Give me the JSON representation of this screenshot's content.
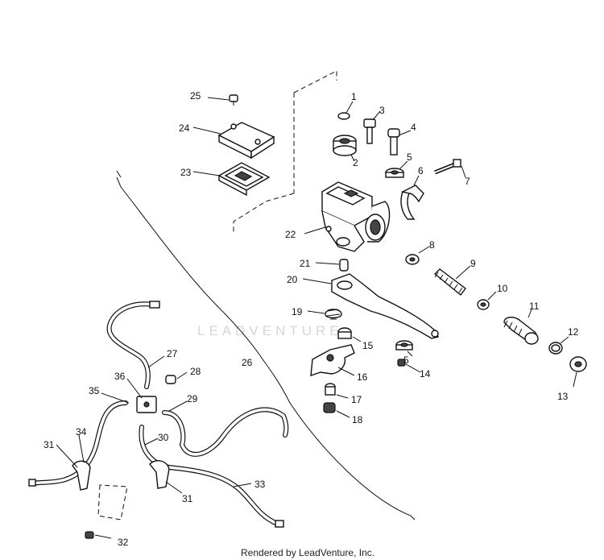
{
  "diagram": {
    "watermark": "LEADVENTURE",
    "credit": "Rendered by LeadVenture, Inc.",
    "callouts": {
      "c1": "1",
      "c2": "2",
      "c3": "3",
      "c4": "4",
      "c5a": "5",
      "c5b": "5",
      "c6": "6",
      "c7": "7",
      "c8": "8",
      "c9": "9",
      "c10": "10",
      "c11": "11",
      "c12": "12",
      "c13": "13",
      "c14": "14",
      "c15": "15",
      "c16": "16",
      "c17": "17",
      "c18": "18",
      "c19": "19",
      "c20": "20",
      "c21": "21",
      "c22": "22",
      "c23": "23",
      "c24": "24",
      "c25": "25",
      "c26": "26",
      "c27": "27",
      "c28": "28",
      "c29": "29",
      "c30": "30",
      "c31a": "31",
      "c31b": "31",
      "c32": "32",
      "c33": "33",
      "c34": "34",
      "c35": "35",
      "c36": "36"
    }
  }
}
